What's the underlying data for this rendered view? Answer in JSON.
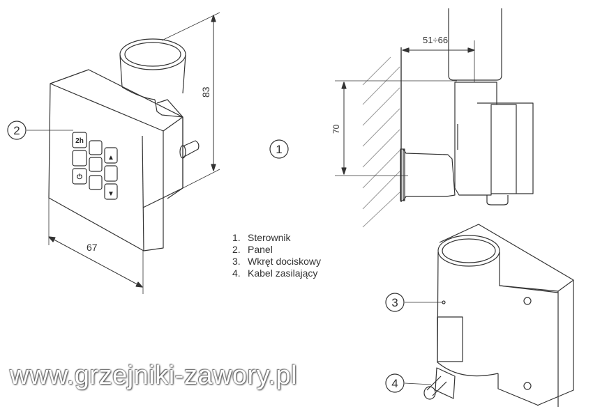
{
  "legend": [
    {
      "num": "1.",
      "text": "Sterownik"
    },
    {
      "num": "2.",
      "text": "Panel"
    },
    {
      "num": "3.",
      "text": "Wkręt dociskowy"
    },
    {
      "num": "4.",
      "text": "Kabel zasilający"
    }
  ],
  "dimensions": {
    "height": "83",
    "width": "67",
    "offset": "51÷66",
    "depth": "70"
  },
  "callouts": {
    "c1": "1",
    "c2": "2",
    "c3": "3",
    "c4": "4"
  },
  "panel_buttons": {
    "timer": "2h",
    "up": "▲",
    "down": "▼",
    "power": "⏻"
  },
  "watermark": "www.grzejniki-zawory.pl",
  "colors": {
    "line": "#333333",
    "hatch": "#999999"
  }
}
